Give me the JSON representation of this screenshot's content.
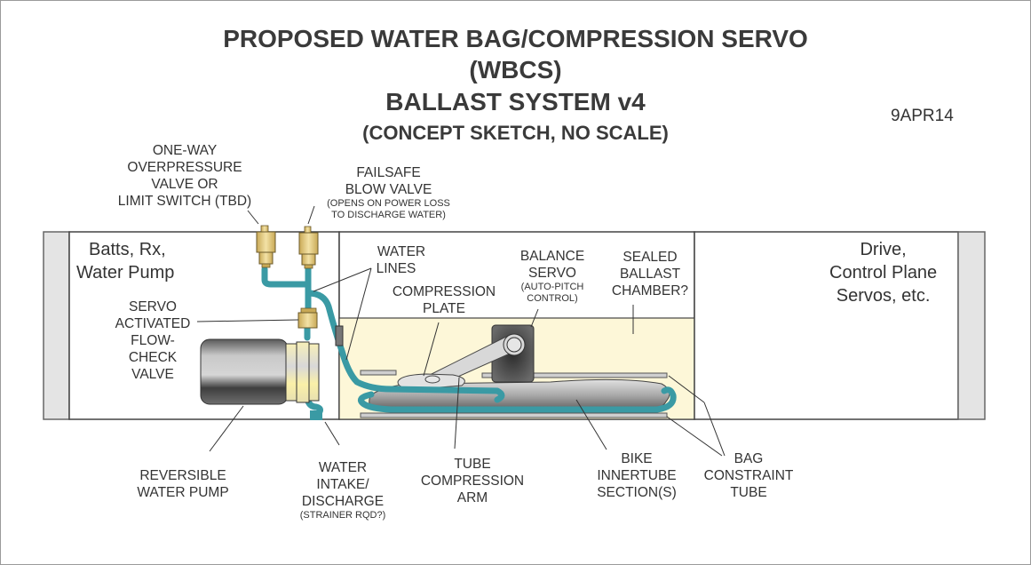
{
  "title": {
    "line1": "PROPOSED WATER BAG/COMPRESSION SERVO",
    "line2": "(WBCS)",
    "line3": "BALLAST SYSTEM v4",
    "line4": "(CONCEPT SKETCH, NO SCALE)"
  },
  "date": "9APR14",
  "sections": {
    "left": [
      "Batts, Rx,",
      "Water Pump"
    ],
    "right": [
      "Drive,",
      "Control Plane",
      "Servos, etc."
    ]
  },
  "labels": {
    "overpressure_valve": [
      "ONE-WAY",
      "OVERPRESSURE",
      "VALVE OR",
      "LIMIT SWITCH (TBD)"
    ],
    "failsafe_valve": [
      "FAILSAFE",
      "BLOW VALVE"
    ],
    "failsafe_note": [
      "(OPENS ON POWER LOSS",
      "TO DISCHARGE WATER)"
    ],
    "water_lines": [
      "WATER",
      "LINES"
    ],
    "compression_plate": [
      "COMPRESSION",
      "PLATE"
    ],
    "balance_servo": [
      "BALANCE",
      "SERVO"
    ],
    "balance_servo_note": [
      "(AUTO-PITCH",
      "CONTROL)"
    ],
    "sealed_chamber": [
      "SEALED",
      "BALLAST",
      "CHAMBER?"
    ],
    "flow_check_valve": [
      "SERVO",
      "ACTIVATED",
      "FLOW-",
      "CHECK",
      "VALVE"
    ],
    "reversible_pump": [
      "REVERSIBLE",
      "WATER PUMP"
    ],
    "water_intake": [
      "WATER",
      "INTAKE/",
      "DISCHARGE"
    ],
    "water_intake_note": "(STRAINER RQD?)",
    "tube_arm": [
      "TUBE",
      "COMPRESSION",
      "ARM"
    ],
    "bike_innertube": [
      "BIKE",
      "INNERTUBE",
      "SECTION(S)"
    ],
    "bag_constraint": [
      "BAG",
      "CONSTRAINT",
      "TUBE"
    ]
  },
  "colors": {
    "water_line": "#3a9aa4",
    "valve_brass": "#e6cf8a",
    "chamber_fill": "#fdf7d8",
    "end_cap": "#e4e4e4",
    "outline": "#555555"
  }
}
